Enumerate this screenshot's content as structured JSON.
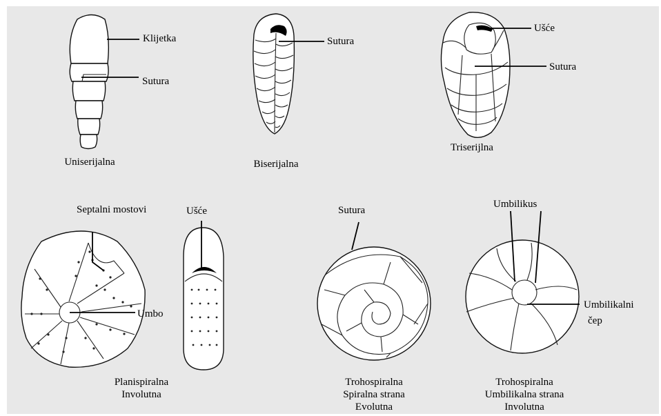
{
  "labels": {
    "klijetka": "Klijetka",
    "sutura_uni": "Sutura",
    "sutura_bi": "Sutura",
    "usce_tri": "Ušće",
    "sutura_tri": "Sutura",
    "septalni": "Septalni mostovi",
    "usce_side": "Ušće",
    "umbo": "Umbo",
    "sutura_spiral": "Sutura",
    "umbilikus": "Umbilikus",
    "umbilikalni_1": "Umbilikalni",
    "umbilikalni_2": "čep"
  },
  "captions": {
    "uni": "Uniserijalna",
    "bi": "Biserijalna",
    "tri": "Triserijlna",
    "plani_1": "Planispiralna",
    "plani_2": "Involutna",
    "troh_s_1": "Trohospiralna",
    "troh_s_2": "Spiralna strana",
    "troh_s_3": "Evolutna",
    "troh_u_1": "Trohospiralna",
    "troh_u_2": "Umbilikalna strana",
    "troh_u_3": "Involutna"
  }
}
